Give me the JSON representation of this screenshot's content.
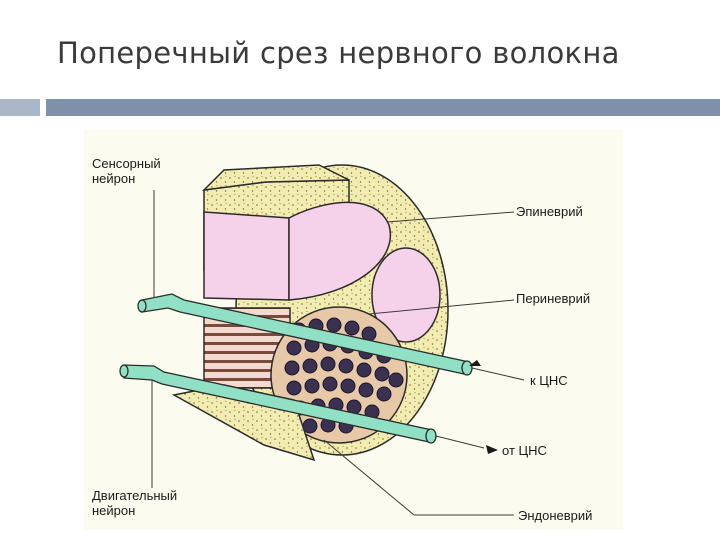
{
  "slide": {
    "title": "Поперечный срез нервного волокна"
  },
  "accent_colors": {
    "bar_light": "#a9b7c9",
    "bar_dark": "#7f91aa",
    "fascicle_pink": "#f6d2ea",
    "tissue_yellow": "#f2ecb0",
    "axon_green": "#8fe0c4"
  },
  "diagram": {
    "labels": {
      "sensory_neuron": "Сенсорный\nнейрон",
      "motor_neuron": "Двигательный\nнейрон",
      "epineurium": "Эпиневрий",
      "perineurium": "Периневрий",
      "to_cns": "к ЦНС",
      "from_cns": "от ЦНС",
      "endoneurium": "Эндоневрий"
    }
  }
}
